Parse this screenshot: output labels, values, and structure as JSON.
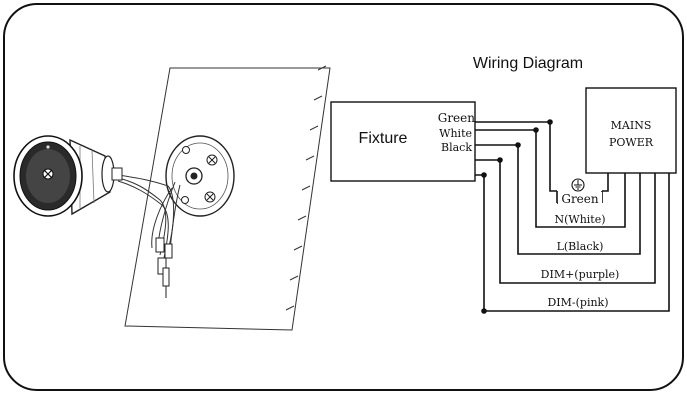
{
  "diagram": {
    "title": "Wiring Diagram",
    "fixture_label": "Fixture",
    "mains_label": [
      "MAINS",
      "POWER"
    ],
    "fixture_wires": [
      "Green",
      "White",
      "Black"
    ],
    "wire_labels": {
      "ground": "Green",
      "neutral": "N(White)",
      "line": "L(Black)",
      "dim_plus": "DIM+(purple)",
      "dim_minus": "DIM-(pink)"
    }
  }
}
